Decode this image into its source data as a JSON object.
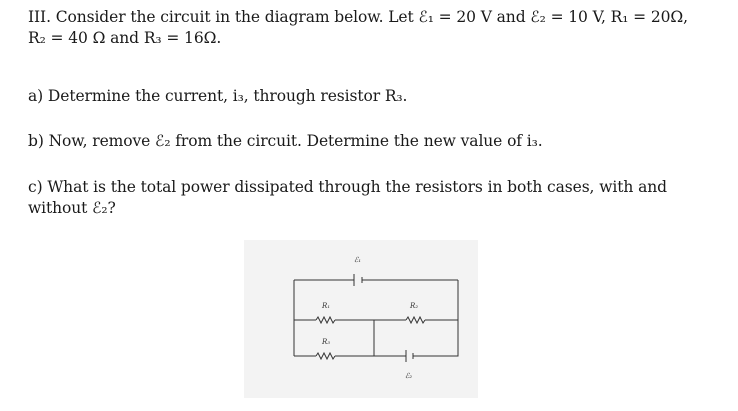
{
  "problem": {
    "intro_line1": "III. Consider the circuit in the diagram below. Let ℰ₁ = 20 V and ℰ₂ = 10 V, R₁ = 20Ω,",
    "intro_line2": "R₂ = 40 Ω and R₃ = 16Ω.",
    "part_a": "a) Determine the current, i₃, through resistor R₃.",
    "part_b": "b) Now, remove ℰ₂ from the circuit. Determine the new value of i₃.",
    "part_c_line1": "c) What is the total power dissipated through the resistors in both cases, with and",
    "part_c_line2": "without ℰ₂?"
  },
  "diagram": {
    "emf1_label": "ℰ₁",
    "emf2_label": "ℰ₂",
    "r1_label": "R₁",
    "r2_label": "R₂",
    "r3_label": "R₃"
  }
}
